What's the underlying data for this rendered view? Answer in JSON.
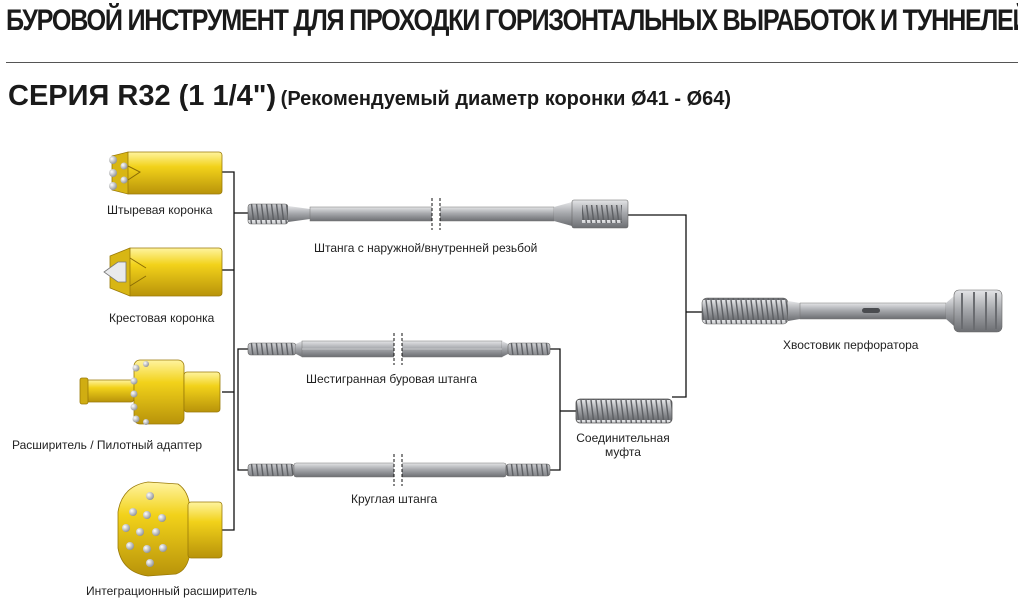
{
  "header": {
    "title": "БУРОВОЙ ИНСТРУМЕНТ ДЛЯ ПРОХОДКИ ГОРИЗОНТАЛЬНЫХ ВЫРАБОТОК И ТУННЕЛЕЙ",
    "series_main": "СЕРИЯ R32 (1 1/4\")",
    "series_sub": "(Рекомендуемый диаметр коронки Ø41 - Ø64)"
  },
  "bits": {
    "button_bit": "Штыревая коронка",
    "cross_bit": "Крестовая коронка",
    "reamer_pilot": "Расширитель / Пилотный адаптер",
    "integral_reamer": "Интеграционный расширитель"
  },
  "rods": {
    "male_female_rod": "Штанга с наружной/внутренней резьбой",
    "hex_rod": "Шестигранная буровая штанга",
    "round_rod": "Круглая штанга"
  },
  "coupling": {
    "line1": "Соединительная",
    "line2": "муфта"
  },
  "shank": {
    "label": "Хвостовик перфоратора"
  },
  "colors": {
    "bit_yellow": "#f2d21a",
    "steel_gray": "#9a9ca0",
    "line": "#111111"
  }
}
